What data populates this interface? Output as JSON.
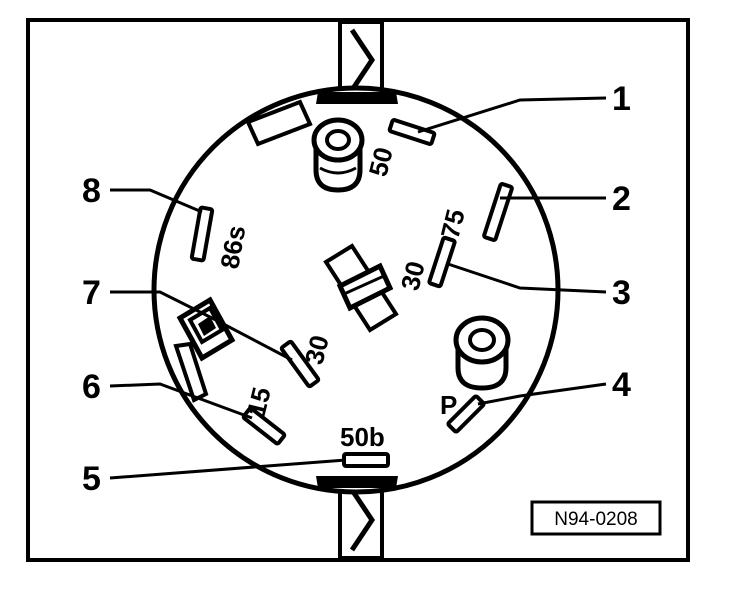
{
  "diagram": {
    "reference_code": "N94-0208",
    "callouts": [
      "1",
      "2",
      "3",
      "4",
      "5",
      "6",
      "7",
      "8"
    ],
    "terminal_labels": {
      "t50": "50",
      "t75": "75",
      "t30_center": "30",
      "tP": "P",
      "t50b": "50b",
      "t15": "15",
      "t30_lower": "30",
      "t86s": "86s"
    }
  }
}
